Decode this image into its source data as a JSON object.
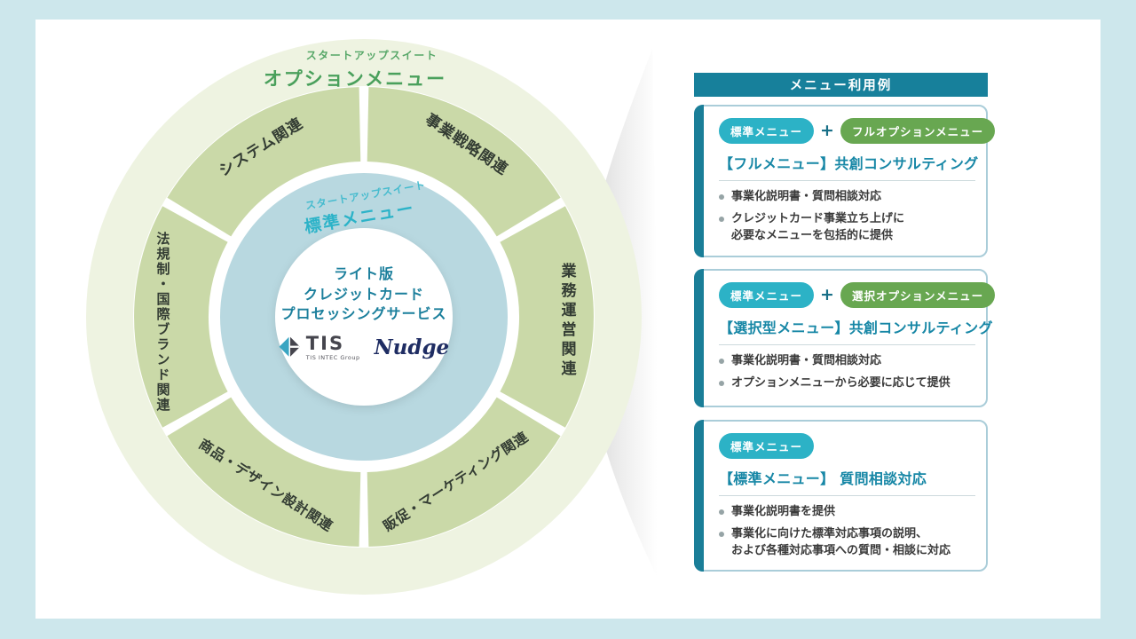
{
  "colors": {
    "background": "#cde7ec",
    "panel_header_bg": "#17809b",
    "teal_pill": "#2cb2c6",
    "green_pill": "#68a751",
    "title_teal": "#1787a6",
    "accent_bar": "#1a7e98",
    "ring_olive": "#cad9a8",
    "ring_pale": "#eef3e1",
    "ring_blue": "#b8d8e0",
    "outer_label_green": "#4aa05c",
    "inner_label_teal": "#2cb3c8",
    "center_text_teal": "#1b7f9c"
  },
  "diagram": {
    "outer_ring": {
      "subtitle": "スタートアップスイート",
      "title": "オプションメニュー"
    },
    "inner_ring": {
      "subtitle": "スタートアップスイート",
      "title": "標準メニュー"
    },
    "segments": [
      "システム関連",
      "事業戦略関連",
      "業務運営関連",
      "販促・マーケティング関連",
      "商品・デザイン設計関連",
      "法規制・国際ブランド関連"
    ],
    "center": {
      "line1": "ライト版",
      "line2": "クレジットカード",
      "line3": "プロセッシングサービス",
      "tis_logo": {
        "name": "TIS",
        "group": "TIS INTEC Group"
      },
      "nudge_logo": {
        "name": "Nudge"
      }
    }
  },
  "panel": {
    "header": "メニュー利用例",
    "plus": "+",
    "cards": [
      {
        "pill1": "標準メニュー",
        "pill2": "フルオプションメニュー",
        "title": "【フルメニュー】共創コンサルティング",
        "bullet1": "事業化説明書・質問相談対応",
        "bullet2_line1": "クレジットカード事業立ち上げに",
        "bullet2_line2": "必要なメニューを包括的に提供"
      },
      {
        "pill1": "標準メニュー",
        "pill2": "選択オプションメニュー",
        "title": "【選択型メニュー】共創コンサルティング",
        "bullet1": "事業化説明書・質問相談対応",
        "bullet2_line1": "オプションメニューから必要に応じて提供"
      },
      {
        "pill1": "標準メニュー",
        "title": "【標準メニュー】 質問相談対応",
        "bullet1": "事業化説明書を提供",
        "bullet2_line1": "事業化に向けた標準対応事項の説明、",
        "bullet2_line2": "および各種対応事項への質問・相談に対応"
      }
    ]
  }
}
